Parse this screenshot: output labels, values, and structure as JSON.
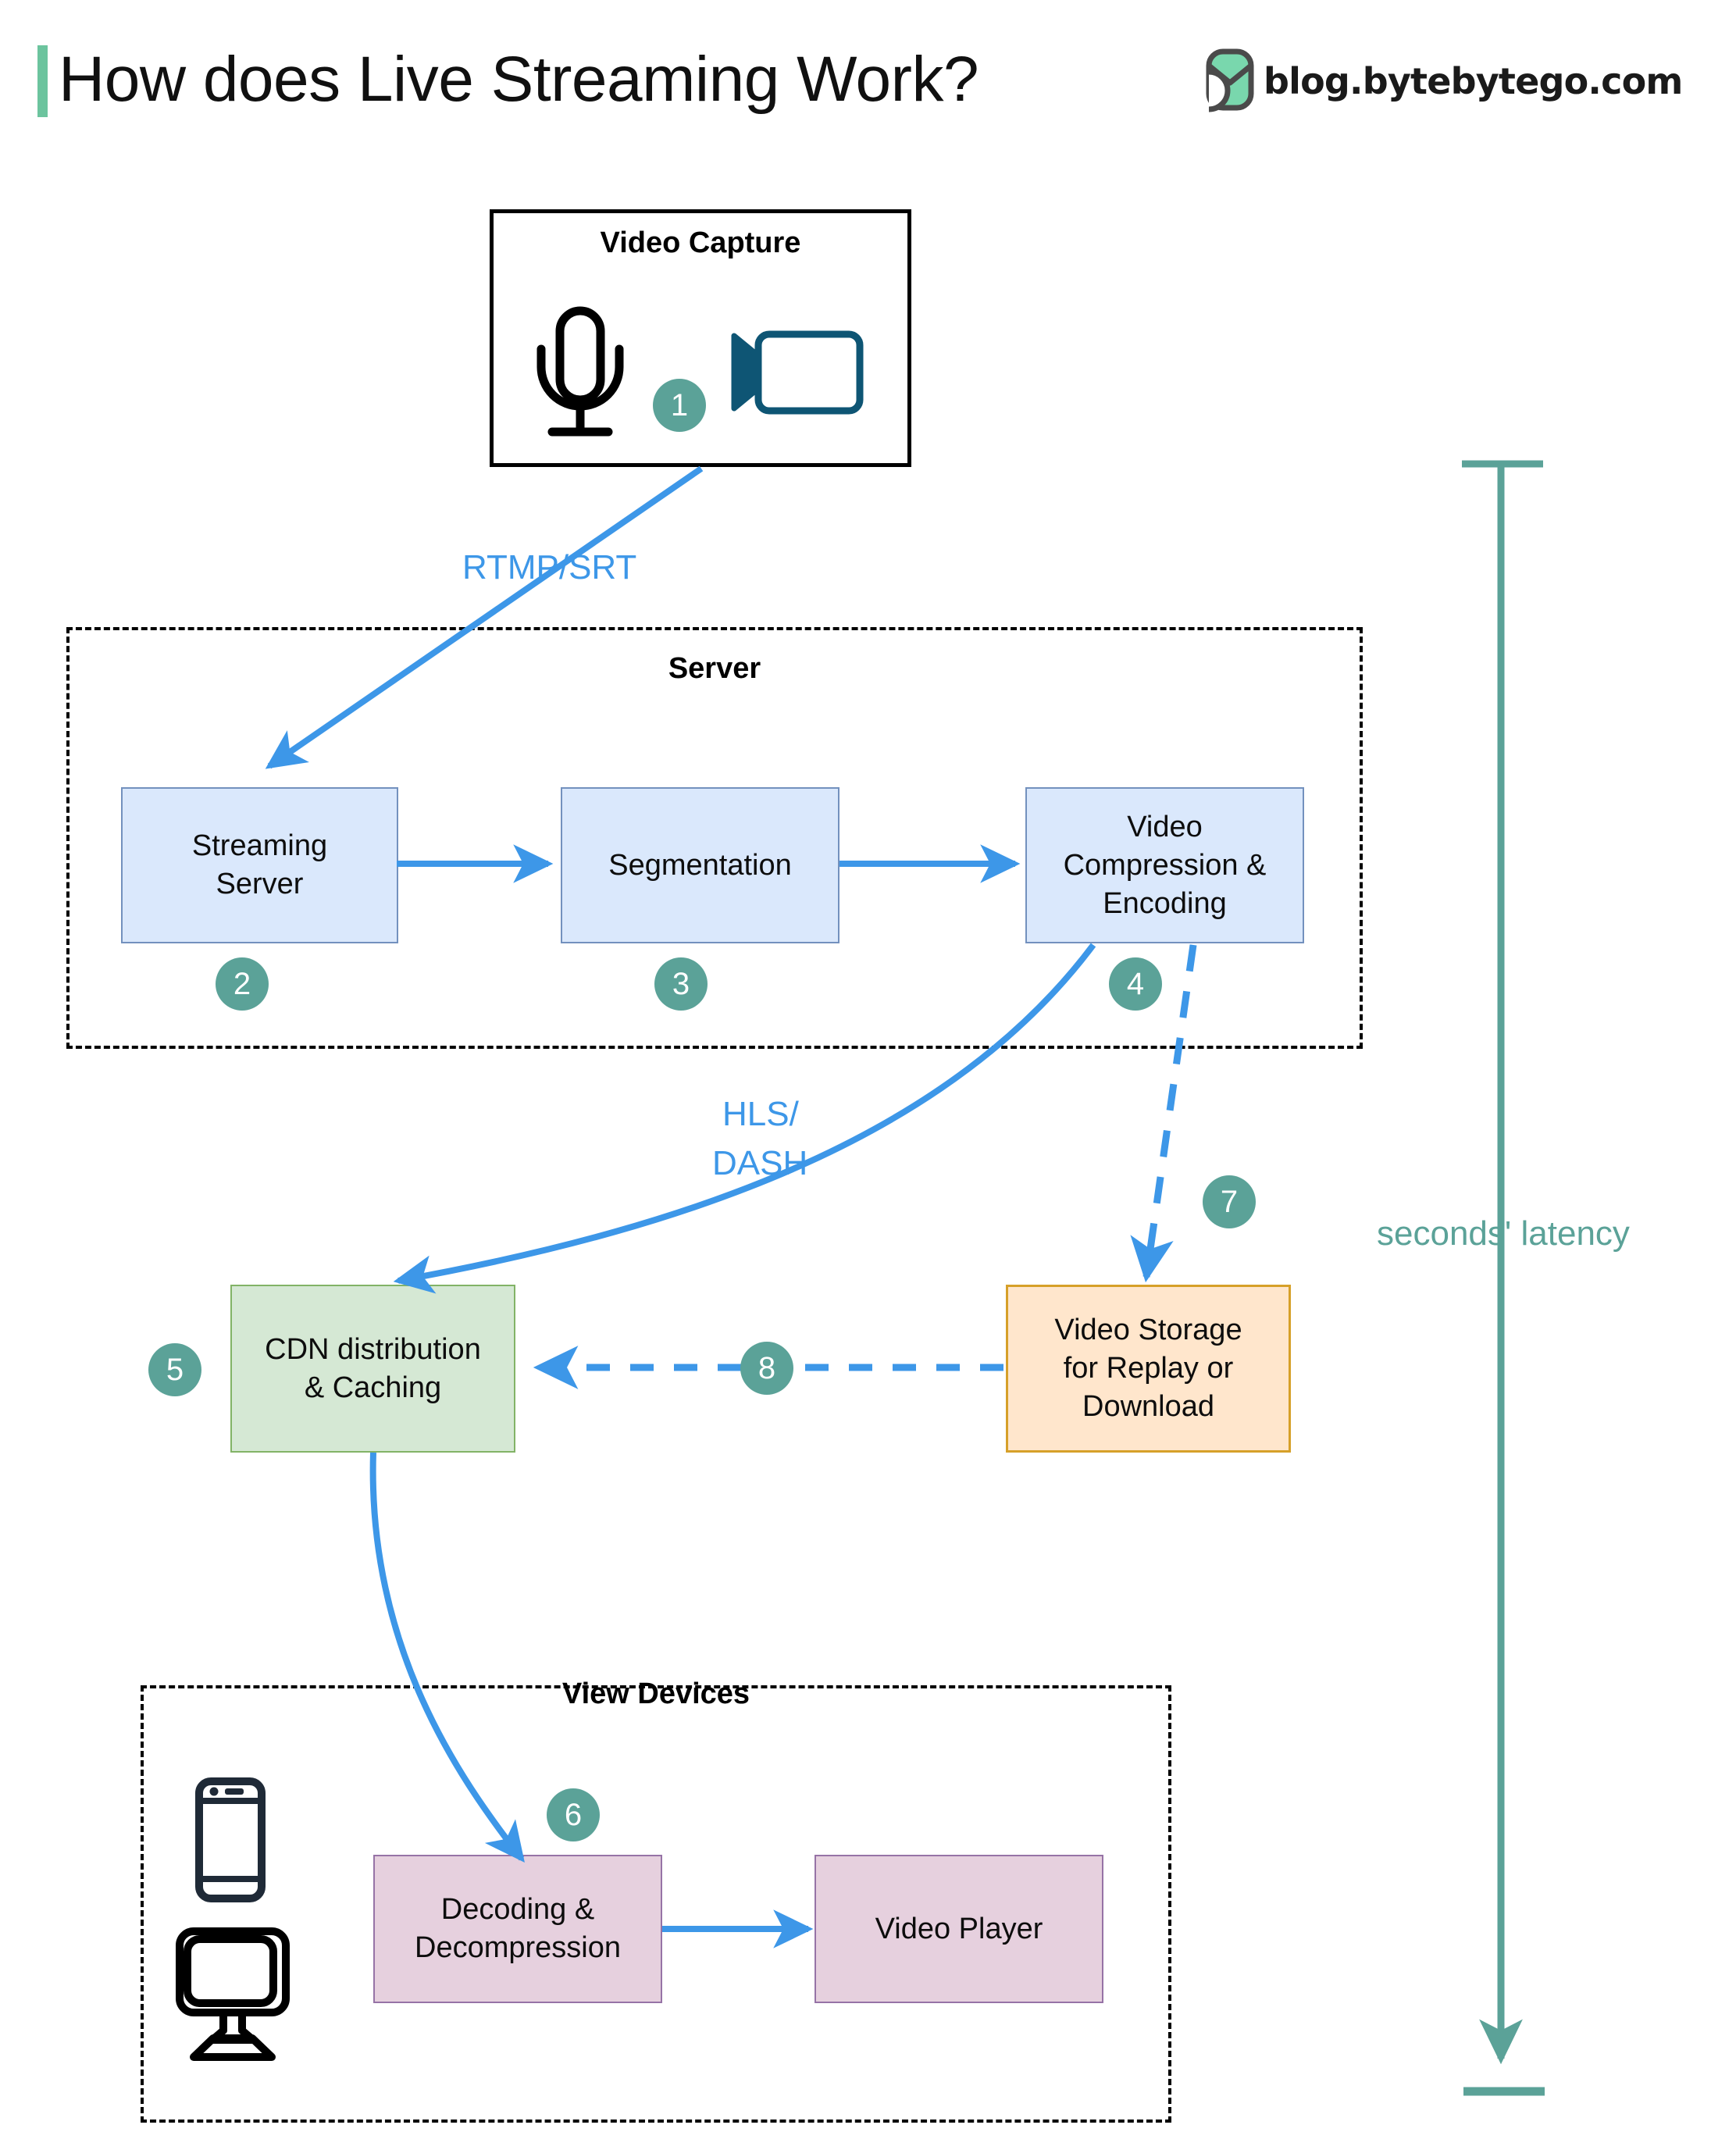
{
  "header": {
    "title": "How does Live Streaming Work?",
    "brand": "blog.bytebytego.com",
    "accent_color": "#6cc49e",
    "logo_icon": "bytebytego-logo-icon"
  },
  "colors": {
    "badge": "#5ba298",
    "edge_blue": "#3d97e8",
    "node_blue_fill": "#dae8fc",
    "node_blue_border": "#7391be",
    "node_green_fill": "#d5e8d4",
    "node_green_border": "#82b366",
    "node_orange_fill": "#ffe6cc",
    "node_orange_border": "#d6a029",
    "node_purple_fill": "#e6d0de",
    "node_purple_border": "#9673a6",
    "latency_teal": "#5ba298",
    "camera_icon": "#0e5574",
    "phone_icon": "#1f2a37"
  },
  "capture_group": {
    "title": "Video Capture",
    "icons": [
      "microphone-icon",
      "video-camera-icon"
    ]
  },
  "server_group": {
    "title": "Server"
  },
  "view_devices_group": {
    "title": "View Devices",
    "icons": [
      "smartphone-icon",
      "desktop-monitor-icon"
    ]
  },
  "nodes": [
    {
      "id": "streaming-server",
      "label": "Streaming\nServer"
    },
    {
      "id": "segmentation",
      "label": "Segmentation"
    },
    {
      "id": "video-compression",
      "label": "Video\nCompression &\nEncoding"
    },
    {
      "id": "cdn-distribution",
      "label": "CDN distribution\n& Caching"
    },
    {
      "id": "video-storage",
      "label": "Video Storage\nfor Replay or\nDownload"
    },
    {
      "id": "decoding",
      "label": "Decoding &\nDecompression"
    },
    {
      "id": "video-player",
      "label": "Video Player"
    }
  ],
  "node_labels": {
    "streaming_server_l1": "Streaming",
    "streaming_server_l2": "Server",
    "segmentation": "Segmentation",
    "compression_l1": "Video",
    "compression_l2": "Compression &",
    "compression_l3": "Encoding",
    "cdn_l1": "CDN distribution",
    "cdn_l2": "& Caching",
    "storage_l1": "Video Storage",
    "storage_l2": "for Replay or",
    "storage_l3": "Download",
    "decoding_l1": "Decoding &",
    "decoding_l2": "Decompression",
    "video_player": "Video Player"
  },
  "steps": [
    {
      "number": "1",
      "target": "video-capture"
    },
    {
      "number": "2",
      "target": "streaming-server"
    },
    {
      "number": "3",
      "target": "segmentation"
    },
    {
      "number": "4",
      "target": "video-compression"
    },
    {
      "number": "5",
      "target": "cdn-distribution"
    },
    {
      "number": "6",
      "target": "decoding"
    },
    {
      "number": "7",
      "target": "video-storage"
    },
    {
      "number": "8",
      "target": "storage-to-cdn"
    }
  ],
  "step_numbers": {
    "s1": "1",
    "s2": "2",
    "s3": "3",
    "s4": "4",
    "s5": "5",
    "s6": "6",
    "s7": "7",
    "s8": "8"
  },
  "edges": [
    {
      "id": "capture-to-streaming",
      "label": "RTMP/SRT",
      "style": "solid"
    },
    {
      "id": "streaming-to-segmentation",
      "label": "",
      "style": "solid"
    },
    {
      "id": "segmentation-to-compression",
      "label": "",
      "style": "solid"
    },
    {
      "id": "compression-to-cdn",
      "label": "HLS/\nDASH",
      "style": "solid"
    },
    {
      "id": "compression-to-storage",
      "label": "",
      "style": "dashed"
    },
    {
      "id": "storage-to-cdn",
      "label": "",
      "style": "dashed"
    },
    {
      "id": "cdn-to-decoding",
      "label": "",
      "style": "solid"
    },
    {
      "id": "decoding-to-player",
      "label": "",
      "style": "solid"
    }
  ],
  "edge_labels": {
    "rtmp_srt": "RTMP/SRT",
    "hls": "HLS/",
    "dash": "DASH"
  },
  "latency": {
    "label": "seconds' latency"
  }
}
